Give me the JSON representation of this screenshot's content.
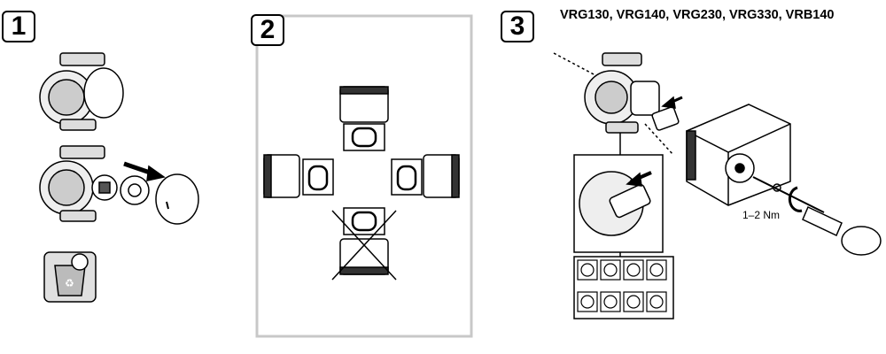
{
  "steps": [
    {
      "number": "1"
    },
    {
      "number": "2"
    },
    {
      "number": "3",
      "title": "VRG130, VRG140, VRG230, VRG330, VRB140",
      "torque_label": "1–2 Nm"
    }
  ]
}
